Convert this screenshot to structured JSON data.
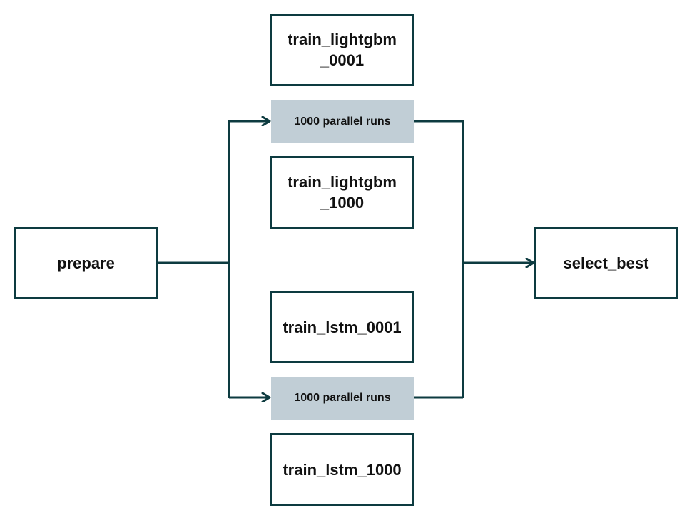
{
  "diagram": {
    "nodes": {
      "prepare": "prepare",
      "train_lightgbm_0001": "train_lightgbm\n_0001",
      "train_lightgbm_1000": "train_lightgbm\n_1000",
      "train_lstm_0001": "train_lstm_0001",
      "train_lstm_1000": "train_lstm_1000",
      "select_best": "select_best"
    },
    "bands": {
      "lightgbm": "1000 parallel runs",
      "lstm": "1000 parallel runs"
    },
    "edges": [
      {
        "from": "prepare",
        "to": "lightgbm-band"
      },
      {
        "from": "prepare",
        "to": "lstm-band"
      },
      {
        "from": "lightgbm-band",
        "to": "select_best"
      },
      {
        "from": "lstm-band",
        "to": "select_best"
      }
    ],
    "colors": {
      "stroke": "#0d3b40",
      "band_fill": "#c1ced6",
      "text": "#111111"
    }
  }
}
